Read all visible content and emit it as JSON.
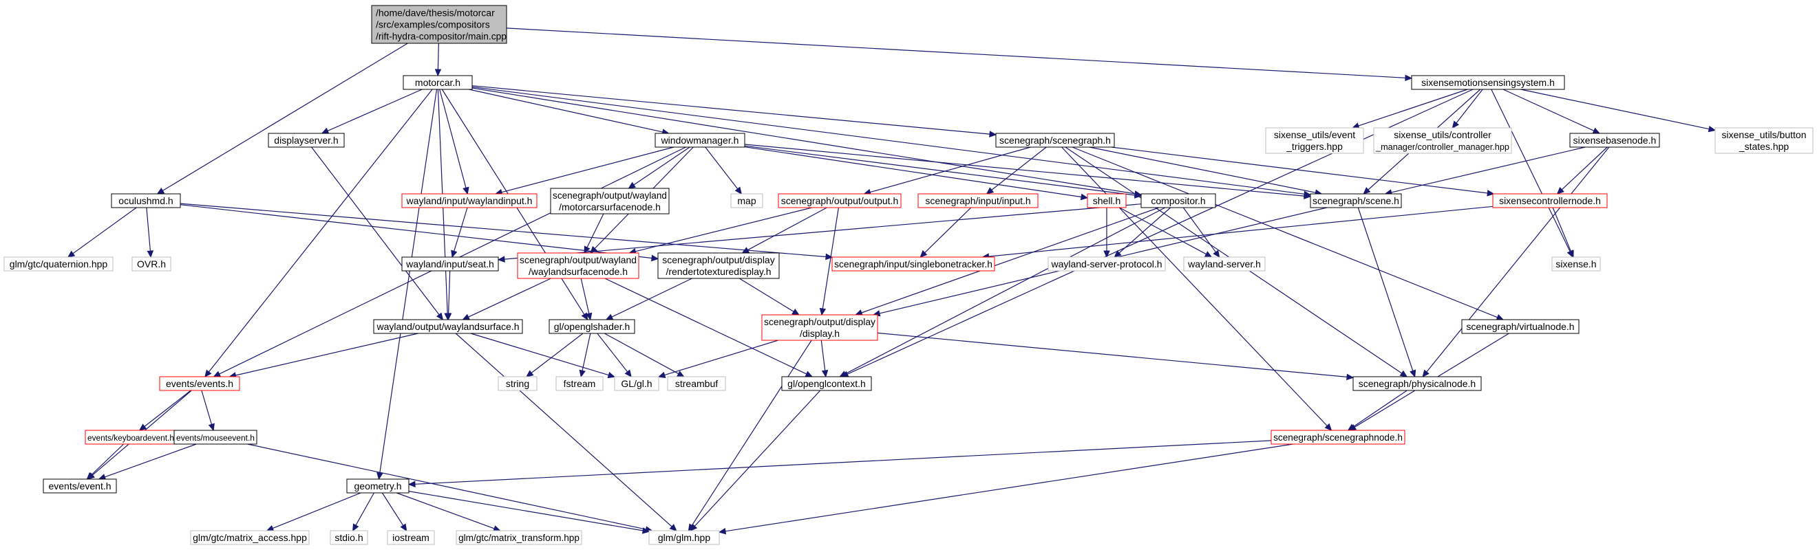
{
  "colors": {
    "edge": "#191970",
    "border_normal": "#000000",
    "border_incomplete": "#ff0000",
    "border_external": "#bfbfbf",
    "fill_root": "#bfbfbf",
    "fill_default": "#ffffff",
    "text": "#000000"
  },
  "nodes": [
    {
      "id": "main",
      "lines": [
        "/home/dave/thesis/motorcar",
        "/src/examples/compositors",
        "/rift-hydra-compositor/main.cpp"
      ],
      "kind": "root"
    },
    {
      "id": "motorcar",
      "lines": [
        "motorcar.h"
      ],
      "kind": "normal"
    },
    {
      "id": "sixensesys",
      "lines": [
        "sixensemotionsensingsystem.h"
      ],
      "kind": "normal"
    },
    {
      "id": "displayserver",
      "lines": [
        "displayserver.h"
      ],
      "kind": "normal"
    },
    {
      "id": "windowmanager",
      "lines": [
        "windowmanager.h"
      ],
      "kind": "normal"
    },
    {
      "id": "scenegraph",
      "lines": [
        "scenegraph/scenegraph.h"
      ],
      "kind": "normal"
    },
    {
      "id": "sx_event",
      "lines": [
        "sixense_utils/event",
        "_triggers.hpp"
      ],
      "kind": "external"
    },
    {
      "id": "sx_ctrl",
      "lines": [
        "sixense_utils/controller",
        "_manager/controller_manager.hpp"
      ],
      "kind": "external"
    },
    {
      "id": "sixensebase",
      "lines": [
        "sixensebasenode.h"
      ],
      "kind": "normal"
    },
    {
      "id": "sx_button",
      "lines": [
        "sixense_utils/button",
        "_states.hpp"
      ],
      "kind": "external"
    },
    {
      "id": "oculushmd",
      "lines": [
        "oculushmd.h"
      ],
      "kind": "normal"
    },
    {
      "id": "waylandinput",
      "lines": [
        "wayland/input/waylandinput.h"
      ],
      "kind": "incomplete"
    },
    {
      "id": "motorcarsurface",
      "lines": [
        "scenegraph/output/wayland",
        "/motorcarsurfacenode.h"
      ],
      "kind": "normal"
    },
    {
      "id": "map",
      "lines": [
        "map"
      ],
      "kind": "external"
    },
    {
      "id": "output",
      "lines": [
        "scenegraph/output/output.h"
      ],
      "kind": "incomplete"
    },
    {
      "id": "input",
      "lines": [
        "scenegraph/input/input.h"
      ],
      "kind": "incomplete"
    },
    {
      "id": "shell",
      "lines": [
        "shell.h"
      ],
      "kind": "incomplete"
    },
    {
      "id": "compositor",
      "lines": [
        "compositor.h"
      ],
      "kind": "normal"
    },
    {
      "id": "scene",
      "lines": [
        "scenegraph/scene.h"
      ],
      "kind": "normal"
    },
    {
      "id": "sixensecontroller",
      "lines": [
        "sixensecontrollernode.h"
      ],
      "kind": "incomplete"
    },
    {
      "id": "quaternion",
      "lines": [
        "glm/gtc/quaternion.hpp"
      ],
      "kind": "external"
    },
    {
      "id": "ovr",
      "lines": [
        "OVR.h"
      ],
      "kind": "external"
    },
    {
      "id": "seat",
      "lines": [
        "wayland/input/seat.h"
      ],
      "kind": "normal"
    },
    {
      "id": "waylandsurfacenode",
      "lines": [
        "scenegraph/output/wayland",
        "/waylandsurfacenode.h"
      ],
      "kind": "incomplete"
    },
    {
      "id": "rendertotexture",
      "lines": [
        "scenegraph/output/display",
        "/rendertotexturedisplay.h"
      ],
      "kind": "normal"
    },
    {
      "id": "singlebone",
      "lines": [
        "scenegraph/input/singlebonetracker.h"
      ],
      "kind": "incomplete"
    },
    {
      "id": "wlserverproto",
      "lines": [
        "wayland-server-protocol.h"
      ],
      "kind": "external"
    },
    {
      "id": "wlserver",
      "lines": [
        "wayland-server.h"
      ],
      "kind": "external"
    },
    {
      "id": "sixense",
      "lines": [
        "sixense.h"
      ],
      "kind": "external"
    },
    {
      "id": "waylandsurface",
      "lines": [
        "wayland/output/waylandsurface.h"
      ],
      "kind": "normal"
    },
    {
      "id": "openglshader",
      "lines": [
        "gl/openglshader.h"
      ],
      "kind": "normal"
    },
    {
      "id": "display",
      "lines": [
        "scenegraph/output/display",
        "/display.h"
      ],
      "kind": "incomplete"
    },
    {
      "id": "virtualnode",
      "lines": [
        "scenegraph/virtualnode.h"
      ],
      "kind": "normal"
    },
    {
      "id": "events",
      "lines": [
        "events/events.h"
      ],
      "kind": "incomplete"
    },
    {
      "id": "string",
      "lines": [
        "string"
      ],
      "kind": "external"
    },
    {
      "id": "fstream",
      "lines": [
        "fstream"
      ],
      "kind": "external"
    },
    {
      "id": "gl",
      "lines": [
        "GL/gl.h"
      ],
      "kind": "external"
    },
    {
      "id": "streambuf",
      "lines": [
        "streambuf"
      ],
      "kind": "external"
    },
    {
      "id": "openglcontext",
      "lines": [
        "gl/openglcontext.h"
      ],
      "kind": "normal"
    },
    {
      "id": "physicalnode",
      "lines": [
        "scenegraph/physicalnode.h"
      ],
      "kind": "normal"
    },
    {
      "id": "keyboardevent",
      "lines": [
        "events/keyboardevent.h"
      ],
      "kind": "incomplete"
    },
    {
      "id": "mouseevent",
      "lines": [
        "events/mouseevent.h"
      ],
      "kind": "normal"
    },
    {
      "id": "scenegraphnode",
      "lines": [
        "scenegraph/scenegraphnode.h"
      ],
      "kind": "incomplete"
    },
    {
      "id": "event",
      "lines": [
        "events/event.h"
      ],
      "kind": "normal"
    },
    {
      "id": "geometry",
      "lines": [
        "geometry.h"
      ],
      "kind": "normal"
    },
    {
      "id": "matrix_access",
      "lines": [
        "glm/gtc/matrix_access.hpp"
      ],
      "kind": "external"
    },
    {
      "id": "stdio",
      "lines": [
        "stdio.h"
      ],
      "kind": "external"
    },
    {
      "id": "iostream",
      "lines": [
        "iostream"
      ],
      "kind": "external"
    },
    {
      "id": "matrix_transform",
      "lines": [
        "glm/gtc/matrix_transform.hpp"
      ],
      "kind": "external"
    },
    {
      "id": "glm",
      "lines": [
        "glm/glm.hpp"
      ],
      "kind": "external"
    }
  ],
  "edges": [
    [
      "main",
      "motorcar"
    ],
    [
      "main",
      "sixensesys"
    ],
    [
      "main",
      "oculushmd"
    ],
    [
      "motorcar",
      "displayserver"
    ],
    [
      "motorcar",
      "windowmanager"
    ],
    [
      "motorcar",
      "scenegraph"
    ],
    [
      "motorcar",
      "waylandinput"
    ],
    [
      "motorcar",
      "compositor"
    ],
    [
      "motorcar",
      "scene"
    ],
    [
      "motorcar",
      "events"
    ],
    [
      "motorcar",
      "geometry"
    ],
    [
      "motorcar",
      "waylandsurface"
    ],
    [
      "motorcar",
      "openglshader"
    ],
    [
      "sixensesys",
      "sx_event"
    ],
    [
      "sixensesys",
      "sx_ctrl"
    ],
    [
      "sixensesys",
      "sixensebase"
    ],
    [
      "sixensesys",
      "sx_button"
    ],
    [
      "sixensesys",
      "scene"
    ],
    [
      "sixensesys",
      "sixense"
    ],
    [
      "sixensesys",
      "openglcontext"
    ],
    [
      "displayserver",
      "waylandsurface"
    ],
    [
      "windowmanager",
      "waylandinput"
    ],
    [
      "windowmanager",
      "motorcarsurface"
    ],
    [
      "windowmanager",
      "map"
    ],
    [
      "windowmanager",
      "shell"
    ],
    [
      "windowmanager",
      "compositor"
    ],
    [
      "windowmanager",
      "scene"
    ],
    [
      "windowmanager",
      "waylandsurfacenode"
    ],
    [
      "windowmanager",
      "events"
    ],
    [
      "scenegraph",
      "output"
    ],
    [
      "scenegraph",
      "input"
    ],
    [
      "scenegraph",
      "scene"
    ],
    [
      "scenegraph",
      "sixensecontroller"
    ],
    [
      "scenegraph",
      "virtualnode"
    ],
    [
      "scenegraph",
      "physicalnode"
    ],
    [
      "scenegraph",
      "scenegraphnode"
    ],
    [
      "sixensebase",
      "scene"
    ],
    [
      "sixensebase",
      "sixensecontroller"
    ],
    [
      "sixensebase",
      "physicalnode"
    ],
    [
      "oculushmd",
      "quaternion"
    ],
    [
      "oculushmd",
      "ovr"
    ],
    [
      "oculushmd",
      "singlebone"
    ],
    [
      "oculushmd",
      "rendertotexture"
    ],
    [
      "waylandinput",
      "seat"
    ],
    [
      "motorcarsurface",
      "waylandsurfacenode"
    ],
    [
      "output",
      "waylandsurfacenode"
    ],
    [
      "output",
      "rendertotexture"
    ],
    [
      "output",
      "display"
    ],
    [
      "input",
      "singlebone"
    ],
    [
      "shell",
      "wlserverproto"
    ],
    [
      "shell",
      "wlserver"
    ],
    [
      "compositor",
      "seat"
    ],
    [
      "compositor",
      "wlserverproto"
    ],
    [
      "compositor",
      "wlserver"
    ],
    [
      "compositor",
      "display"
    ],
    [
      "compositor",
      "openglcontext"
    ],
    [
      "scene",
      "display"
    ],
    [
      "scene",
      "physicalnode"
    ],
    [
      "sixensecontroller",
      "singlebone"
    ],
    [
      "sixensecontroller",
      "sixense"
    ],
    [
      "seat",
      "waylandsurface"
    ],
    [
      "waylandsurfacenode",
      "waylandsurface"
    ],
    [
      "waylandsurfacenode",
      "openglshader"
    ],
    [
      "waylandsurfacenode",
      "openglcontext"
    ],
    [
      "rendertotexture",
      "openglshader"
    ],
    [
      "rendertotexture",
      "display"
    ],
    [
      "waylandsurface",
      "events"
    ],
    [
      "waylandsurface",
      "gl"
    ],
    [
      "waylandsurface",
      "glm"
    ],
    [
      "openglshader",
      "string"
    ],
    [
      "openglshader",
      "fstream"
    ],
    [
      "openglshader",
      "gl"
    ],
    [
      "openglshader",
      "streambuf"
    ],
    [
      "display",
      "gl"
    ],
    [
      "display",
      "openglcontext"
    ],
    [
      "display",
      "physicalnode"
    ],
    [
      "display",
      "glm"
    ],
    [
      "virtualnode",
      "scenegraphnode"
    ],
    [
      "events",
      "keyboardevent"
    ],
    [
      "events",
      "mouseevent"
    ],
    [
      "events",
      "event"
    ],
    [
      "openglcontext",
      "glm"
    ],
    [
      "physicalnode",
      "scenegraphnode"
    ],
    [
      "keyboardevent",
      "event"
    ],
    [
      "mouseevent",
      "event"
    ],
    [
      "mouseevent",
      "glm"
    ],
    [
      "scenegraphnode",
      "geometry"
    ],
    [
      "scenegraphnode",
      "glm"
    ],
    [
      "geometry",
      "matrix_access"
    ],
    [
      "geometry",
      "stdio"
    ],
    [
      "geometry",
      "iostream"
    ],
    [
      "geometry",
      "matrix_transform"
    ],
    [
      "geometry",
      "glm"
    ]
  ]
}
